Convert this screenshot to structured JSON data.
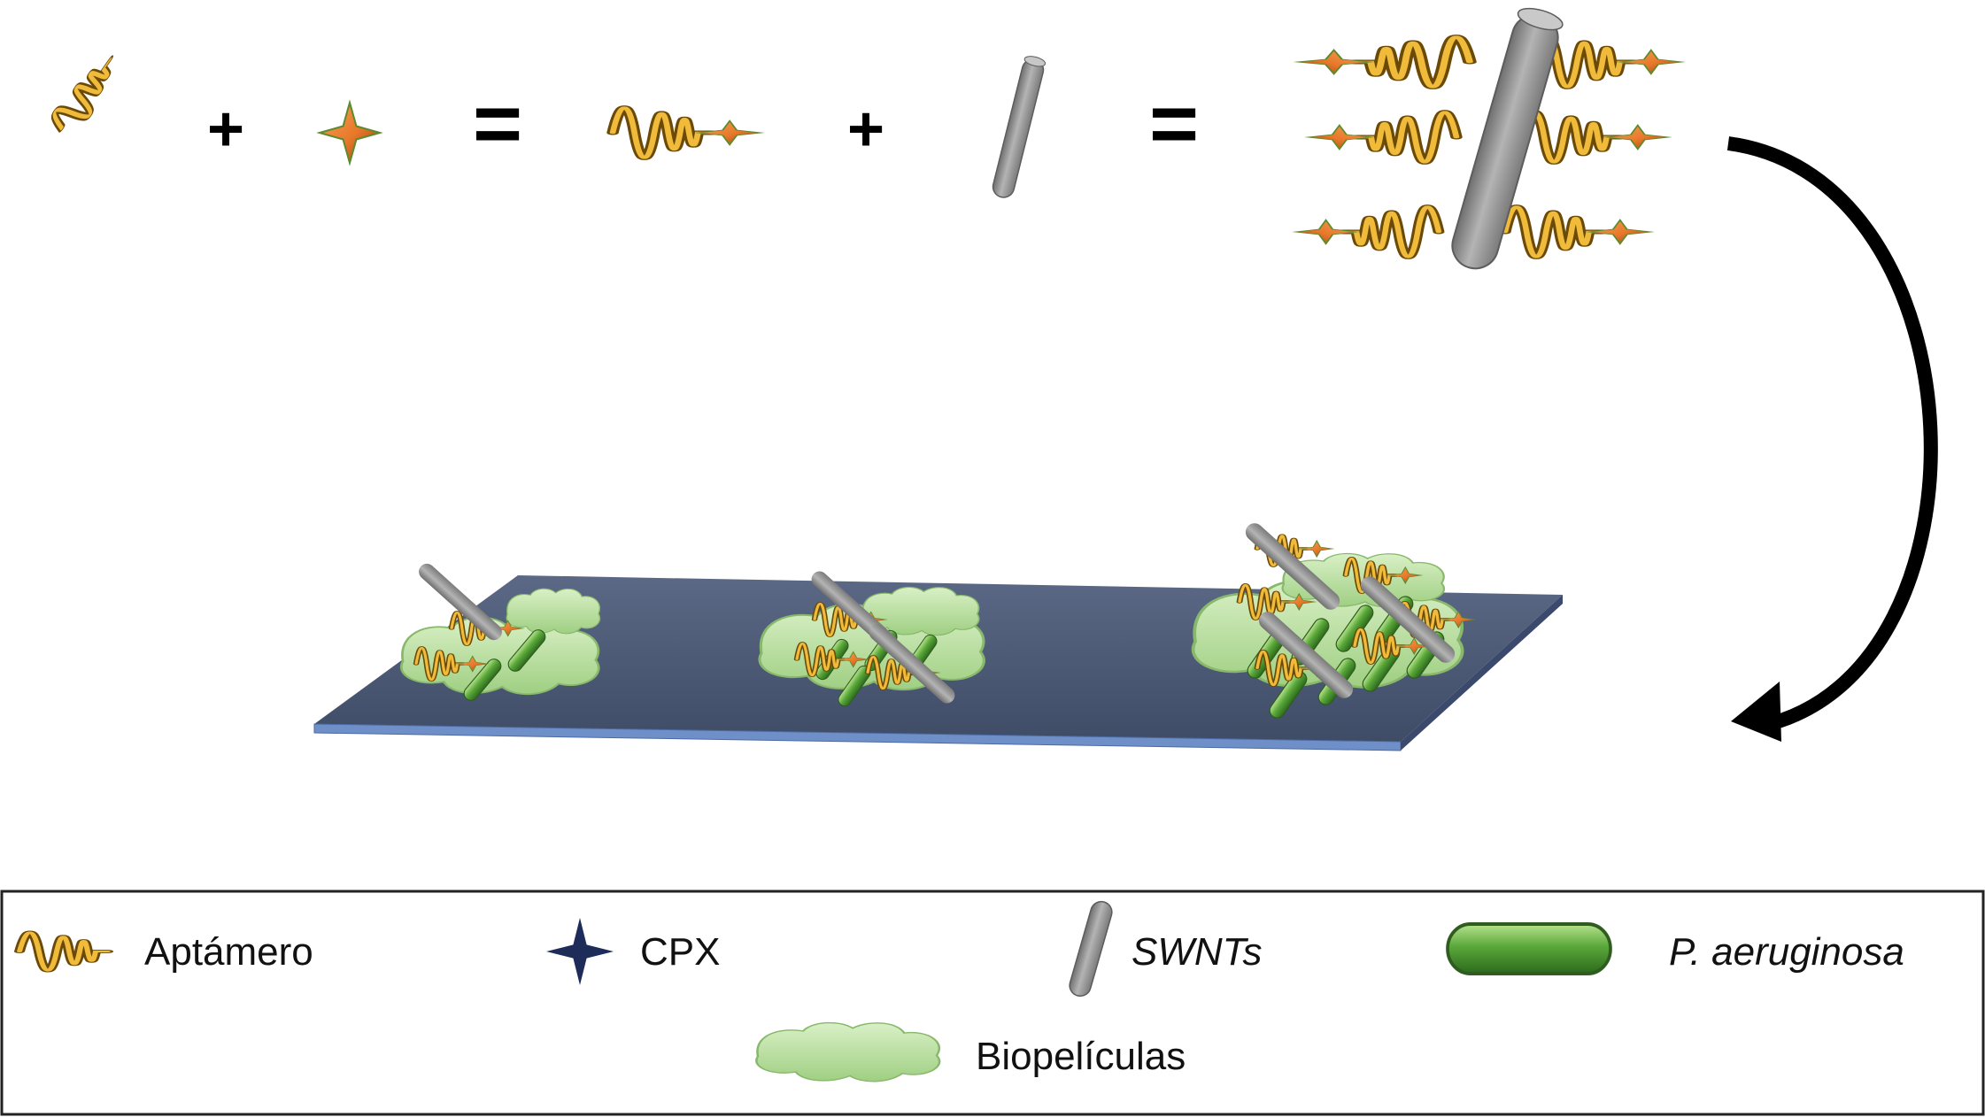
{
  "equation": {
    "plus_symbol": "+",
    "equals_symbol": "="
  },
  "legend": {
    "items": [
      {
        "label": "Aptámero",
        "italic": false,
        "icon": "aptamer-icon"
      },
      {
        "label": "CPX",
        "italic": false,
        "icon": "cpx-star-icon"
      },
      {
        "label": "SWNTs",
        "italic": true,
        "icon": "swnt-icon"
      },
      {
        "label": "P. aeruginosa",
        "italic": true,
        "icon": "bacterium-icon"
      },
      {
        "label": "Biopelículas",
        "italic": false,
        "icon": "biofilm-icon"
      }
    ]
  },
  "colors": {
    "aptamer": "#e0a92a",
    "aptamer_dark": "#6b4a08",
    "cpx_star": "#e8782a",
    "cpx_star_edge": "#5e8a2e",
    "cpx_legend_star": "#1e2c5a",
    "swnt": "#8e8e8e",
    "bacterium": "#5aa83a",
    "biofilm": "#bfe3a6",
    "slide": "#4e5d7a",
    "slide_edge": "#5d7fb8",
    "arrow": "#000000"
  }
}
